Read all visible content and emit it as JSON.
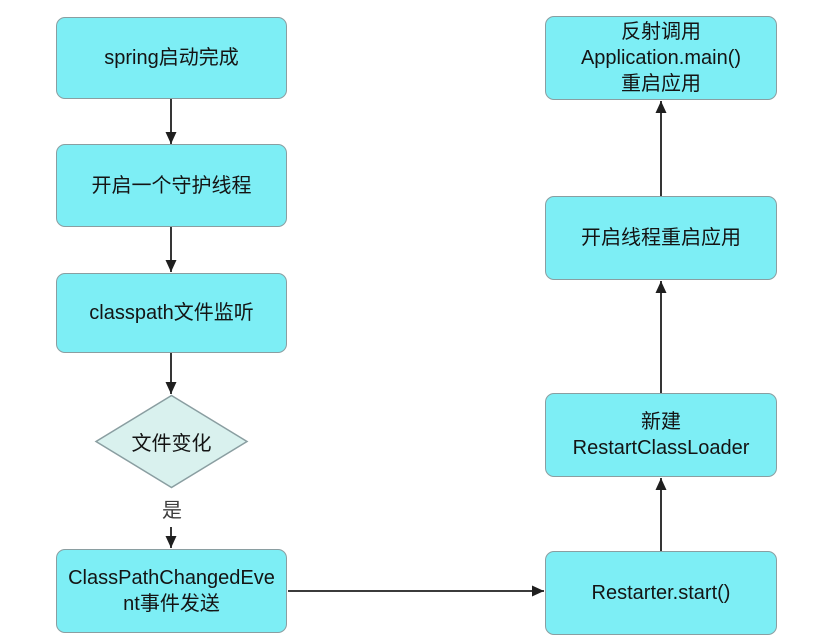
{
  "diagram": {
    "title": "spring-devtools-restart-flowchart",
    "colors": {
      "canvas_bg": "#ffffff",
      "node_fill": "#7deef5",
      "node_border": "#8a9ea1",
      "diamond_fill": "#d9f1ee",
      "arrow_color": "#1f1f1f",
      "text_color": "#141414",
      "yes_color": "#3c3c3c"
    },
    "nodes": {
      "spring_started": {
        "label": "spring启动完成",
        "type": "process"
      },
      "daemon_thread": {
        "label": "开启一个守护线程",
        "type": "process"
      },
      "classpath_listener": {
        "label": "classpath文件监听",
        "type": "process"
      },
      "file_changed": {
        "label": "文件变化",
        "type": "decision"
      },
      "classpath_changed_event": {
        "label": "ClassPathChangedEvent事件发送",
        "type": "process"
      },
      "restarter_start": {
        "label": "Restarter.start()",
        "type": "process"
      },
      "new_restart_classloader": {
        "label": "新建\nRestartClassLoader",
        "type": "process"
      },
      "restart_thread": {
        "label": "开启线程重启应用",
        "type": "process"
      },
      "reflect_main": {
        "label": "反射调用\nApplication.main()\n重启应用",
        "type": "process"
      }
    },
    "edge_labels": {
      "yes": "是"
    },
    "edges": [
      {
        "from": "spring_started",
        "to": "daemon_thread"
      },
      {
        "from": "daemon_thread",
        "to": "classpath_listener"
      },
      {
        "from": "classpath_listener",
        "to": "file_changed"
      },
      {
        "from": "file_changed",
        "to": "classpath_changed_event",
        "label": "是"
      },
      {
        "from": "classpath_changed_event",
        "to": "restarter_start"
      },
      {
        "from": "restarter_start",
        "to": "new_restart_classloader"
      },
      {
        "from": "new_restart_classloader",
        "to": "restart_thread"
      },
      {
        "from": "restart_thread",
        "to": "reflect_main"
      }
    ]
  }
}
